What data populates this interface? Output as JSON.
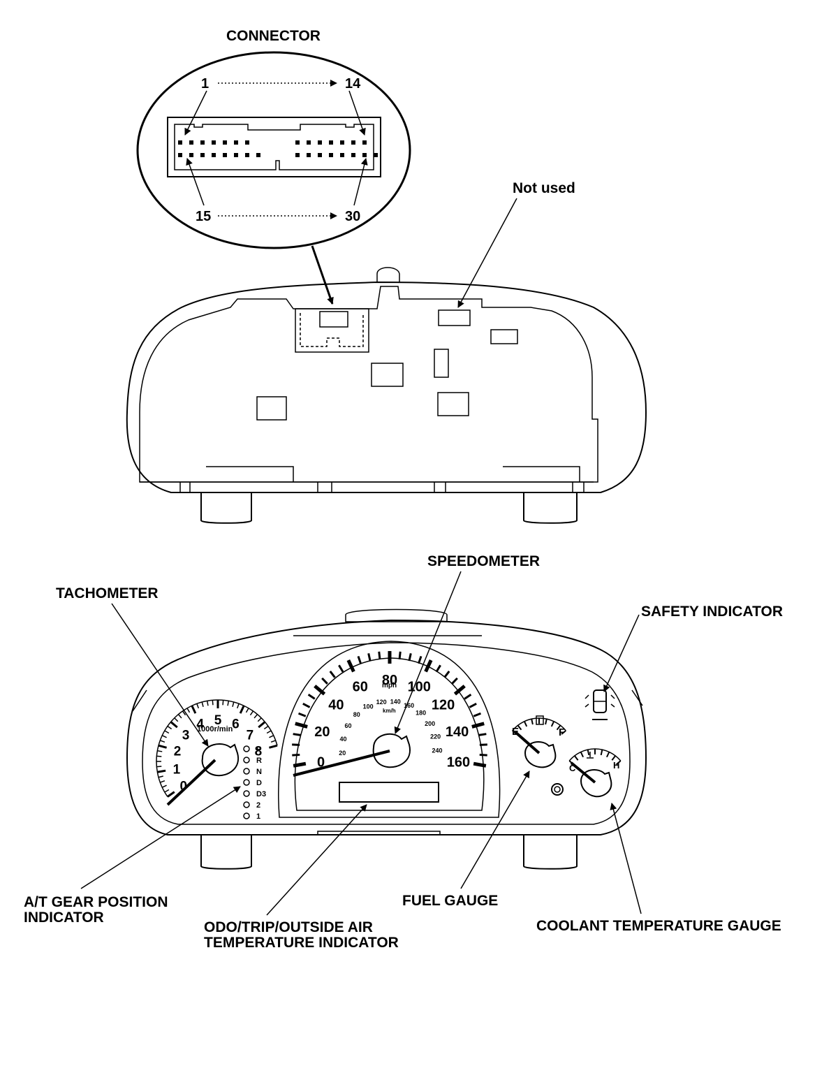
{
  "labels": {
    "connector": "CONNECTOR",
    "not_used": "Not used",
    "speedometer": "SPEEDOMETER",
    "tachometer": "TACHOMETER",
    "safety_indicator": "SAFETY INDICATOR",
    "at_gear_line1": "A/T GEAR POSITION",
    "at_gear_line2": "INDICATOR",
    "odo_line1": "ODO/TRIP/OUTSIDE AIR",
    "odo_line2": "TEMPERATURE INDICATOR",
    "fuel_gauge": "FUEL GAUGE",
    "coolant_gauge": "COOLANT TEMPERATURE GAUGE"
  },
  "connector": {
    "pin_first_top": "1",
    "pin_last_top": "14",
    "pin_first_bottom": "15",
    "pin_last_bottom": "30"
  },
  "tachometer": {
    "numbers": [
      "0",
      "1",
      "2",
      "3",
      "4",
      "5",
      "6",
      "7",
      "8"
    ],
    "unit": "1000r/min"
  },
  "speedometer": {
    "mph_numbers": [
      "0",
      "20",
      "40",
      "60",
      "80",
      "100",
      "120",
      "140",
      "160"
    ],
    "mph_unit": "mph",
    "kmh_numbers": [
      "20",
      "40",
      "60",
      "80",
      "100",
      "120",
      "140",
      "160",
      "180",
      "200",
      "220",
      "240"
    ],
    "kmh_unit": "km/h"
  },
  "gear_positions": [
    "P",
    "R",
    "N",
    "D",
    "D3",
    "2",
    "1"
  ],
  "fuel": {
    "empty": "E",
    "full": "F"
  },
  "coolant": {
    "cold": "C",
    "hot": "H"
  }
}
